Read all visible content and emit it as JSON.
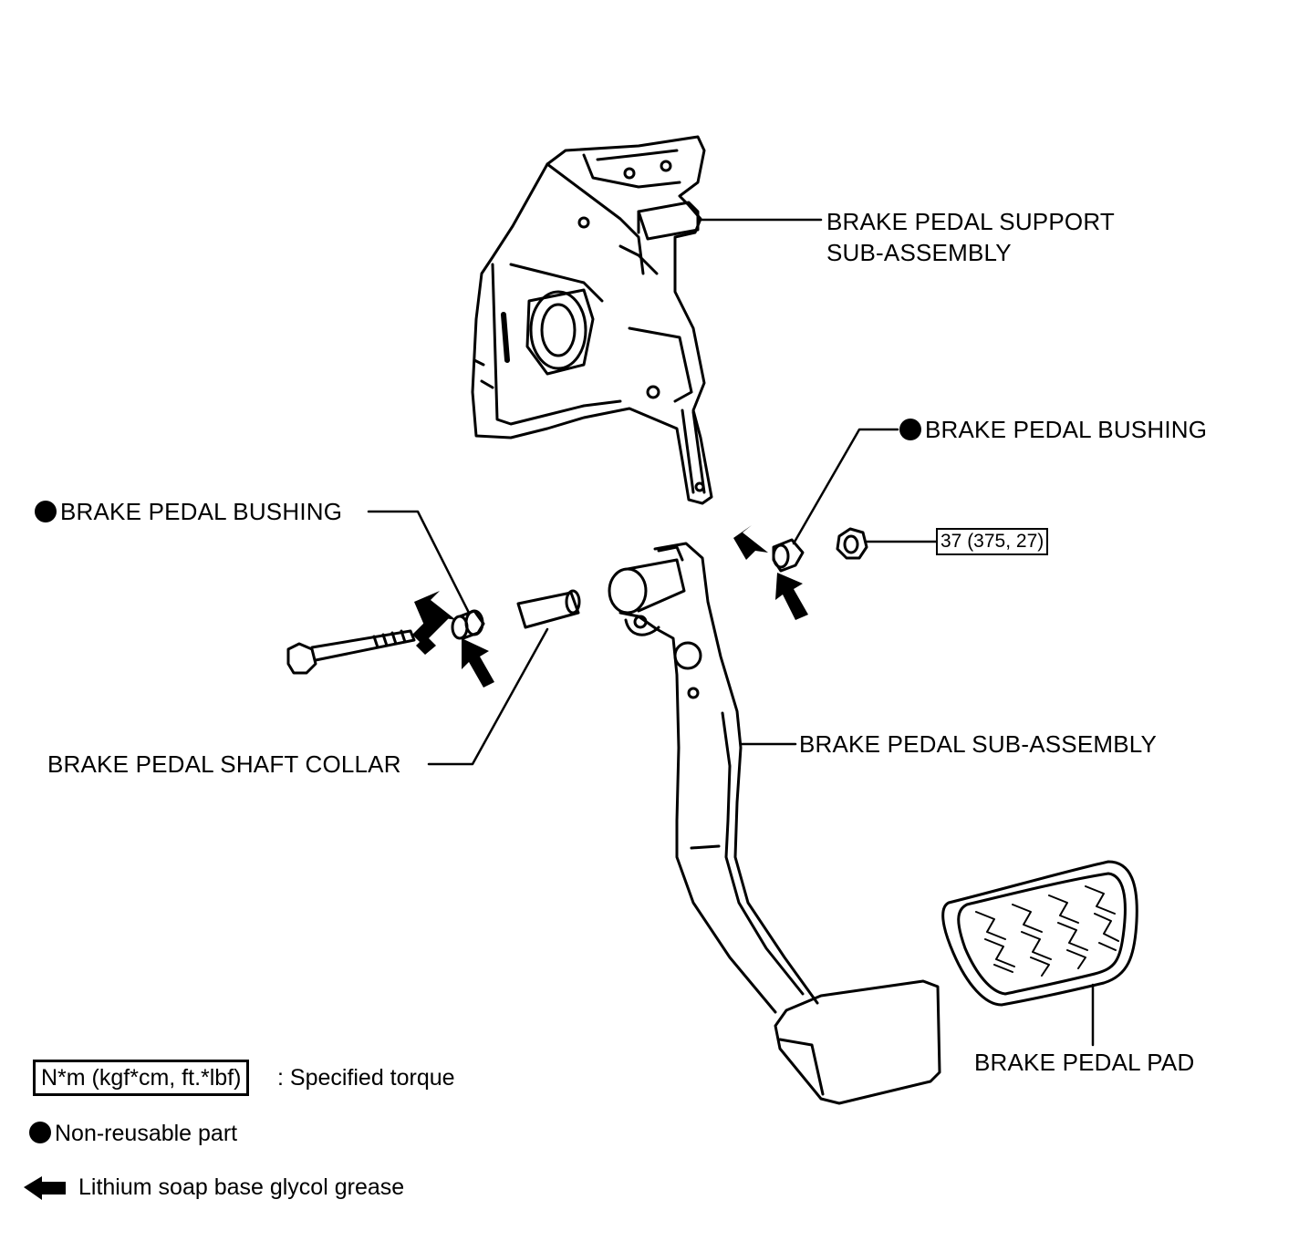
{
  "labels": {
    "support": [
      "BRAKE PEDAL SUPPORT",
      "SUB-ASSEMBLY"
    ],
    "bushing_right": "BRAKE PEDAL BUSHING",
    "bushing_left": "BRAKE PEDAL BUSHING",
    "torque_value": "37 (375, 27)",
    "shaft_collar": "BRAKE PEDAL SHAFT COLLAR",
    "pedal_sub": "BRAKE PEDAL SUB-ASSEMBLY",
    "pedal_pad": "BRAKE PEDAL PAD"
  },
  "legend": {
    "torque_unit": "N*m (kgf*cm, ft.*lbf)",
    "torque_desc": ": Specified torque",
    "non_reusable": "Non-reusable part",
    "grease": "Lithium soap base glycol grease"
  },
  "icons": {
    "non_reusable": "filled-circle-icon",
    "grease": "grease-arrow-icon"
  }
}
